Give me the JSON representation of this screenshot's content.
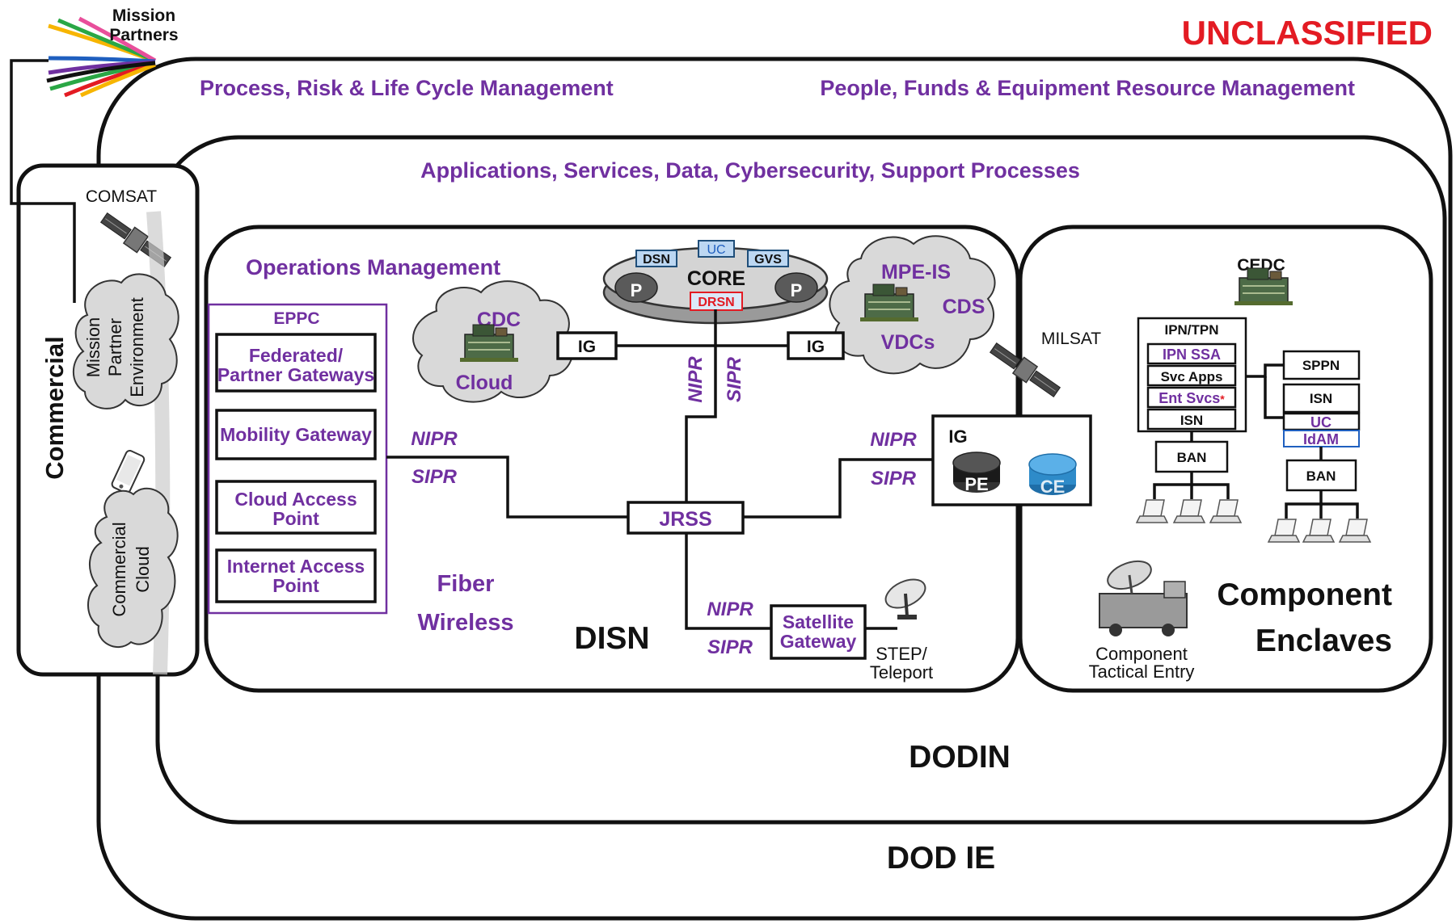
{
  "classification": "UNCLASSIFIED",
  "mission_partners": "Mission Partners",
  "top_labels": {
    "process": "Process, Risk & Life Cycle Management",
    "people": "People, Funds & Equipment Resource Management",
    "applications": "Applications, Services, Data, Cybersecurity, Support Processes"
  },
  "commercial": {
    "title": "Commercial",
    "comsat": "COMSAT",
    "mpe_lines": [
      "Mission",
      "Partner",
      "Environment"
    ],
    "cloud_lines": [
      "Commercial",
      "Cloud"
    ]
  },
  "disn": {
    "title": "DISN",
    "ops_mgmt": "Operations Management",
    "eppc": "EPPC",
    "gateways": [
      [
        "Federated/",
        "Partner Gateways"
      ],
      [
        "Mobility Gateway"
      ],
      [
        "Cloud Access",
        "Point"
      ],
      [
        "Internet Access",
        "Point"
      ]
    ],
    "cdc": "CDC",
    "cloud": "Cloud",
    "core": "CORE",
    "dsn": "DSN",
    "uc": "UC",
    "gvs": "GVS",
    "drsn": "DRSN",
    "p": "P",
    "mpe_is": "MPE-IS",
    "cds": "CDS",
    "vdcs": "VDCs",
    "ig": "IG",
    "nipr": "NIPR",
    "sipr": "SIPR",
    "jrss": "JRSS",
    "pe": "PE",
    "ce": "CE",
    "fiber": "Fiber",
    "wireless": "Wireless",
    "satellite_gateway": [
      "Satellite",
      "Gateway"
    ],
    "step": [
      "STEP/",
      "Teleport"
    ]
  },
  "enclaves": {
    "milsat": "MILSAT",
    "cedc": "CEDC",
    "ipn_tpn": "IPN/TPN",
    "ipn_ssa": "IPN SSA",
    "svc_apps": "Svc Apps",
    "ent_svcs": "Ent Svcs",
    "ent_svcs_mark": "*",
    "isn": "ISN",
    "sppn": "SPPN",
    "uc": "UC",
    "idam": "IdAM",
    "ban": "BAN",
    "title_lines": [
      "Component",
      "Enclaves"
    ],
    "tactical": [
      "Component",
      "Tactical Entry"
    ]
  },
  "dodin": "DODIN",
  "dod_ie": "DOD IE",
  "colors": {
    "purple": "#7030A0",
    "red": "#E31B23",
    "cloud_gray": "#D9D9D9",
    "router_blue": "#2E8BC9"
  }
}
